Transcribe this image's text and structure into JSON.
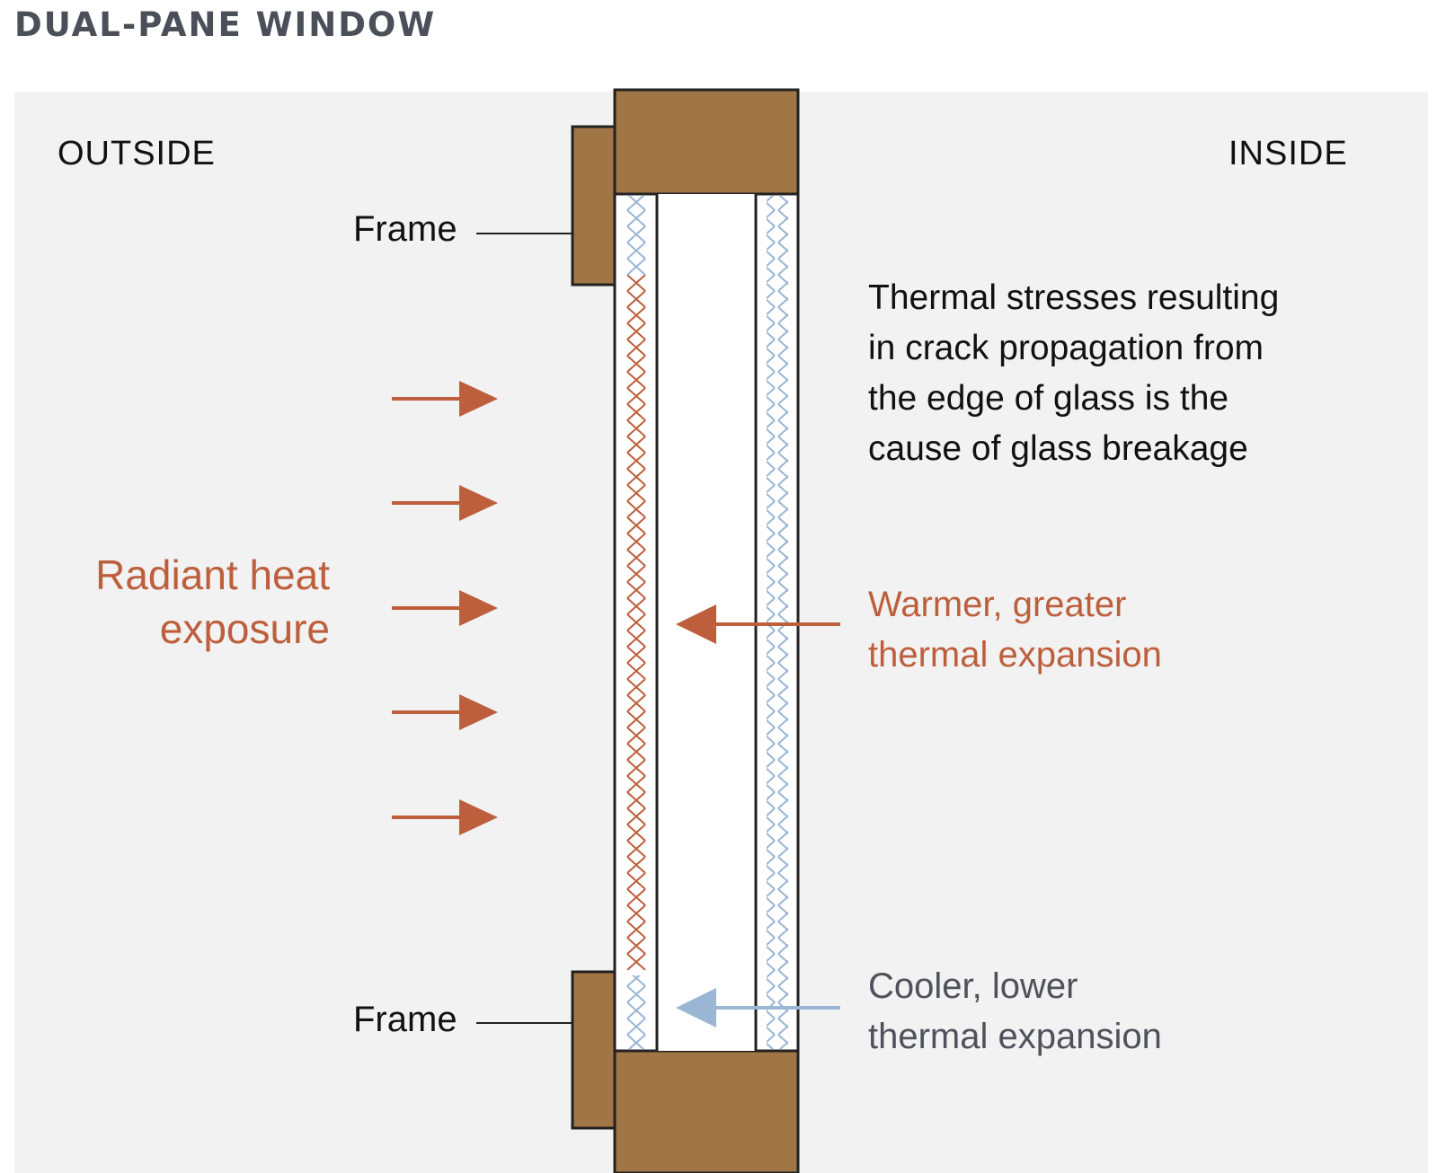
{
  "title": "DUAL-PANE WINDOW",
  "labels": {
    "outside": "OUTSIDE",
    "inside": "INSIDE",
    "frame_top": "Frame",
    "frame_bottom": "Frame",
    "radiant_heat": [
      "Radiant heat",
      "exposure"
    ],
    "thermal_stress": [
      "Thermal stresses resulting",
      "in crack propagation from",
      "the edge of glass is the",
      "cause of glass breakage"
    ],
    "warmer": [
      "Warmer, greater",
      "thermal expansion"
    ],
    "cooler": [
      "Cooler, lower",
      "thermal expansion"
    ]
  },
  "colors": {
    "panel_background": "#f2f2f2",
    "frame_wood": "#a07647",
    "outline": "#222222",
    "heat_accent": "#bd5f3c",
    "cool_accent": "#9ab6d4",
    "title_gray": "#4b4f58"
  },
  "icons": {
    "heat_arrows": "right-arrow-icon",
    "warm_arrow": "left-arrow-icon",
    "cool_arrow": "left-arrow-icon"
  }
}
